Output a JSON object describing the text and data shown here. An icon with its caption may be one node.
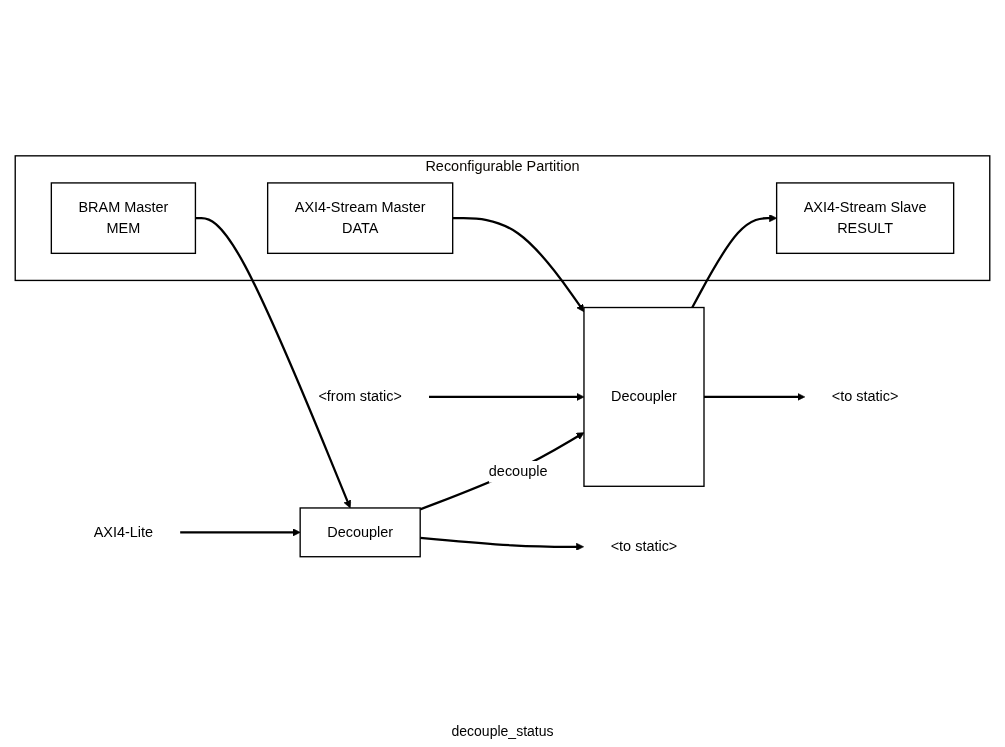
{
  "diagram": {
    "nodes": [
      {
        "text": [
          "Reconfigurable Partition"
        ]
      },
      {
        "text": [
          "AXI4-Stream Master",
          "DATA"
        ],
        "in": 0
      },
      {
        "text": [
          "AXI4-Stream Slave",
          "RESULT"
        ],
        "in": 0
      },
      {
        "text": [
          "BRAM Master",
          "MEM"
        ],
        "in": 0
      },
      {
        "text": [
          "Decoupler"
        ]
      },
      {
        "text": [
          "Decoupler"
        ]
      },
      {
        "text": [
          "<to static>"
        ]
      },
      {
        "text": [
          "<from static>"
        ]
      },
      {
        "text": [
          "<to static>"
        ]
      },
      {
        "text": [
          "AXI4-Lite"
        ]
      }
    ],
    "edges": [
      {
        "from": 1,
        "to": 4,
        "arrow": "to"
      },
      {
        "from": 4,
        "to": 2,
        "arrow": "to"
      },
      {
        "from": 4,
        "to": 6,
        "arrow": "to"
      },
      {
        "from": 7,
        "to": 4,
        "arrow": "to"
      },
      {
        "from": 3,
        "to": 5,
        "arrow": "to"
      },
      {
        "from": 5,
        "to": 8,
        "arrow": "to"
      },
      {
        "from": 5,
        "to": 4,
        "label": "decouple",
        "arrow": "to"
      },
      {
        "from": 9,
        "to": 5,
        "arrow": "to"
      }
    ],
    "labels": [
      "decouple_status"
    ]
  }
}
